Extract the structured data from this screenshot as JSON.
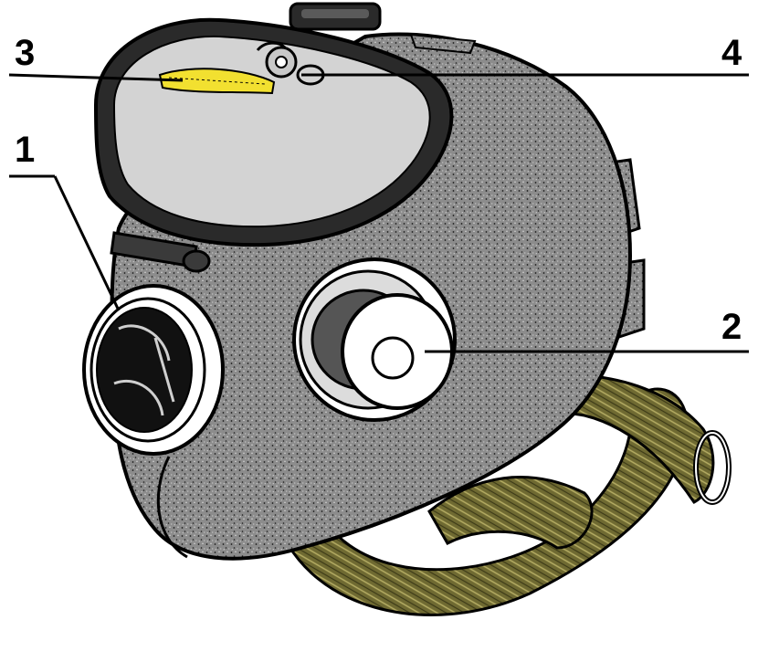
{
  "figure": {
    "subject": "gas-mask",
    "callouts": [
      {
        "id": "c1",
        "label": "1",
        "part": "inhalation-valve-box"
      },
      {
        "id": "c2",
        "label": "2",
        "part": "exhalation-valve"
      },
      {
        "id": "c3",
        "label": "3",
        "part": "speech-diaphragm"
      },
      {
        "id": "c4",
        "label": "4",
        "part": "filter-canister-connection"
      }
    ],
    "colors": {
      "mask_body": "#8c8c8c",
      "outline": "#000000",
      "window_glass": "#d3d3d3",
      "strap": "#6f6a32",
      "strap_light": "#b5ad64",
      "highlight": "#f2e030",
      "valve_metal": "#e8e8e8"
    }
  }
}
